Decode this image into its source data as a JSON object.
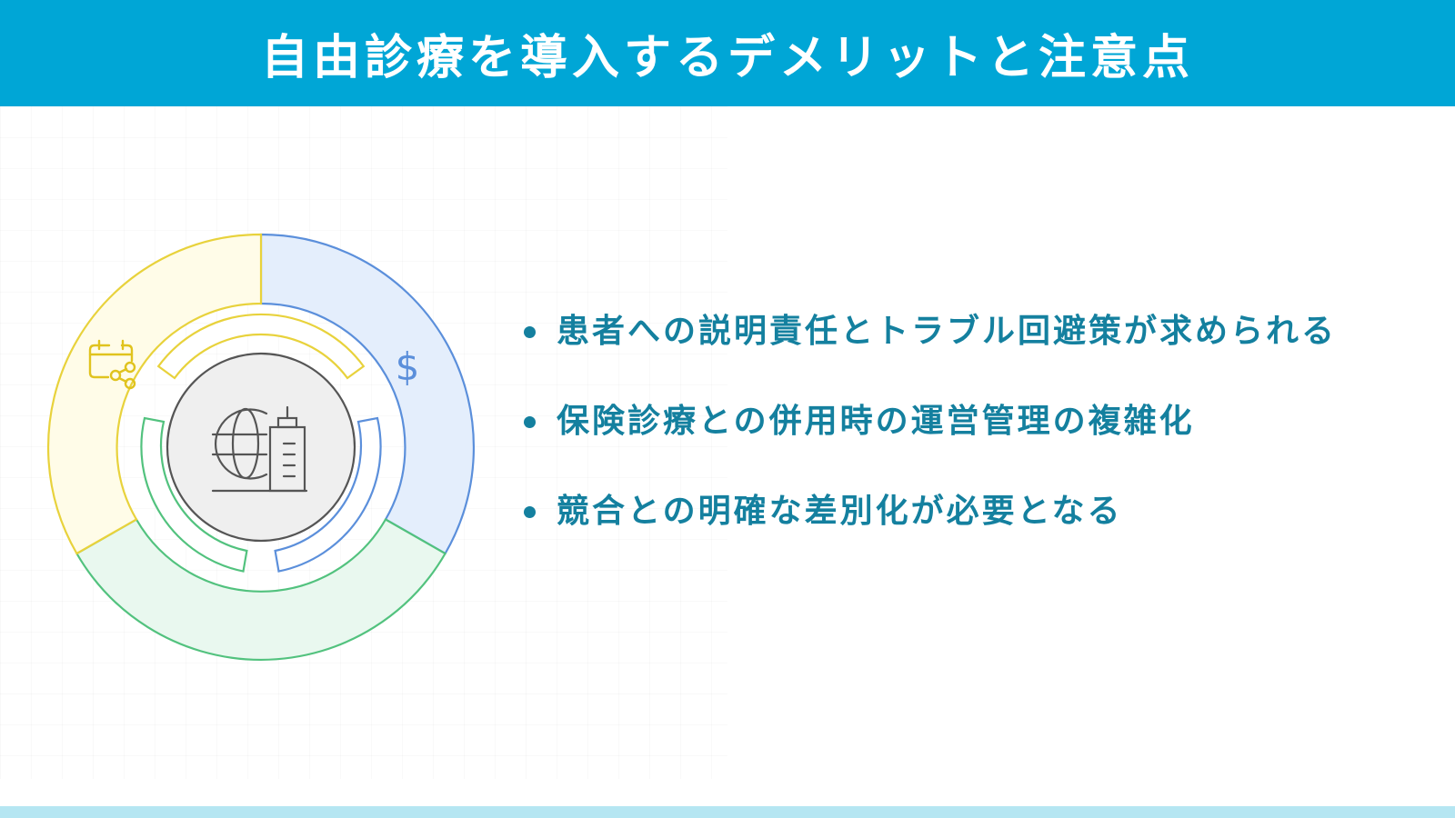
{
  "header": {
    "title": "自由診療を導入するデメリットと注意点"
  },
  "diagram": {
    "segments": [
      {
        "id": "blue",
        "icon": "dollar-icon",
        "fill": "#E4EEFC",
        "stroke": "#5B8FDB"
      },
      {
        "id": "green",
        "icon": "none",
        "fill": "#E9F8EF",
        "stroke": "#52C27E"
      },
      {
        "id": "yellow",
        "icon": "calendar-share-icon",
        "fill": "#FFFCE8",
        "stroke": "#E8D23C"
      }
    ],
    "center": {
      "icon": "globe-building-icon",
      "fill": "#EFEFEF",
      "stroke": "#555555"
    },
    "dollar_glyph": "$"
  },
  "bullets": [
    {
      "text": "患者への説明責任とトラブル回避策が求められる"
    },
    {
      "text": "保険診療との併用時の運営管理の複雑化"
    },
    {
      "text": "競合との明確な差別化が必要となる"
    }
  ],
  "colors": {
    "header_bg": "#00A6D6",
    "accent_text": "#14809F",
    "footer_bar": "#B5E6F2"
  }
}
